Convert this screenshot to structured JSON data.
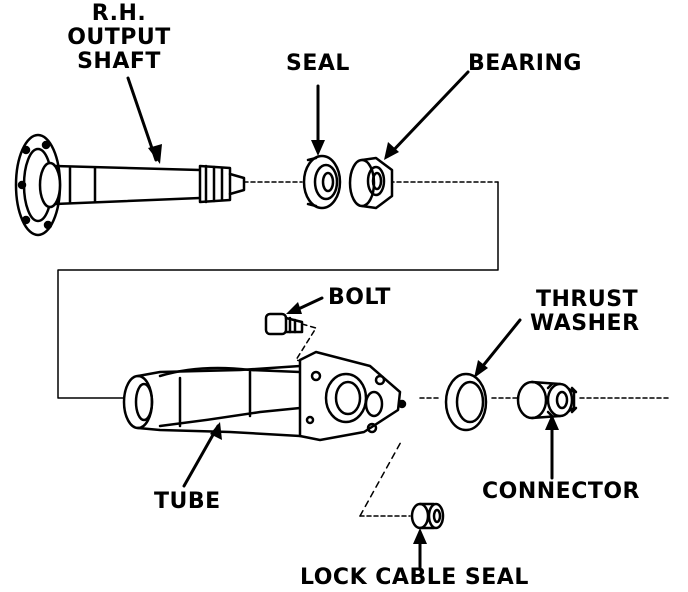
{
  "labels": {
    "output_shaft": [
      "R.H.",
      "OUTPUT",
      "SHAFT"
    ],
    "seal": "SEAL",
    "bearing": "BEARING",
    "bolt": "BOLT",
    "thrust_washer": [
      "THRUST",
      "WASHER"
    ],
    "tube": "TUBE",
    "connector": "CONNECTOR",
    "lock_cable_seal": "LOCK CABLE SEAL"
  },
  "colors": {
    "ink": "#000000",
    "paper": "#ffffff"
  }
}
